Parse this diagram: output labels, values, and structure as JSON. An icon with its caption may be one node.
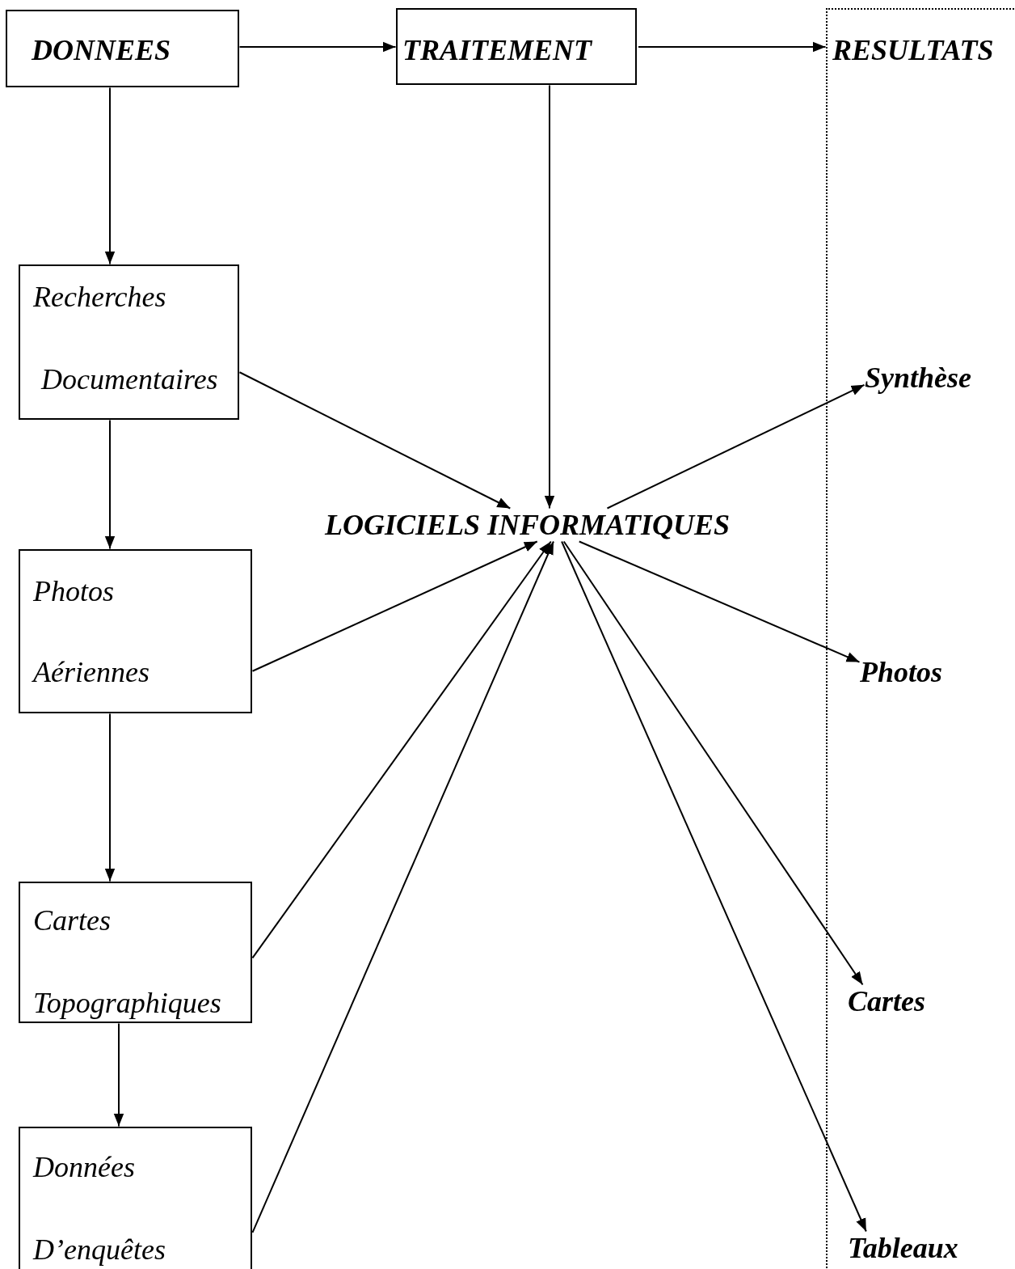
{
  "diagram": {
    "nodes": [
      {
        "text": [
          "DONNEES"
        ]
      },
      {
        "text": [
          "TRAITEMENT"
        ]
      },
      {
        "text": [
          "RESULTATS"
        ]
      },
      {
        "text": [
          "Recherches",
          "Documentaires"
        ]
      },
      {
        "text": [
          "Photos",
          "Aériennes"
        ]
      },
      {
        "text": [
          "Cartes",
          "Topographiques"
        ]
      },
      {
        "text": [
          "Données",
          "D’enquêtes"
        ]
      },
      {
        "text": [
          "LOGICIELS INFORMATIQUES"
        ]
      },
      {
        "text": [
          "Synthèse"
        ],
        "in": 2
      },
      {
        "text": [
          "Photos"
        ],
        "in": 2
      },
      {
        "text": [
          "Cartes"
        ],
        "in": 2
      },
      {
        "text": [
          "Tableaux"
        ],
        "in": 2
      }
    ],
    "edges": [
      {
        "from": 0,
        "to": 1,
        "arrow": "to"
      },
      {
        "from": 1,
        "to": 2,
        "arrow": "to"
      },
      {
        "from": 0,
        "to": 3,
        "arrow": "to"
      },
      {
        "from": 3,
        "to": 4,
        "arrow": "to"
      },
      {
        "from": 4,
        "to": 5,
        "arrow": "to"
      },
      {
        "from": 5,
        "to": 6,
        "arrow": "to"
      },
      {
        "from": 1,
        "to": 7,
        "arrow": "to"
      },
      {
        "from": 3,
        "to": 7,
        "arrow": "to"
      },
      {
        "from": 4,
        "to": 7,
        "arrow": "to"
      },
      {
        "from": 5,
        "to": 7,
        "arrow": "to"
      },
      {
        "from": 6,
        "to": 7,
        "arrow": "to"
      },
      {
        "from": 7,
        "to": 8,
        "arrow": "to"
      },
      {
        "from": 7,
        "to": 9,
        "arrow": "to"
      },
      {
        "from": 7,
        "to": 10,
        "arrow": "to"
      },
      {
        "from": 7,
        "to": 11,
        "arrow": "to"
      }
    ]
  }
}
